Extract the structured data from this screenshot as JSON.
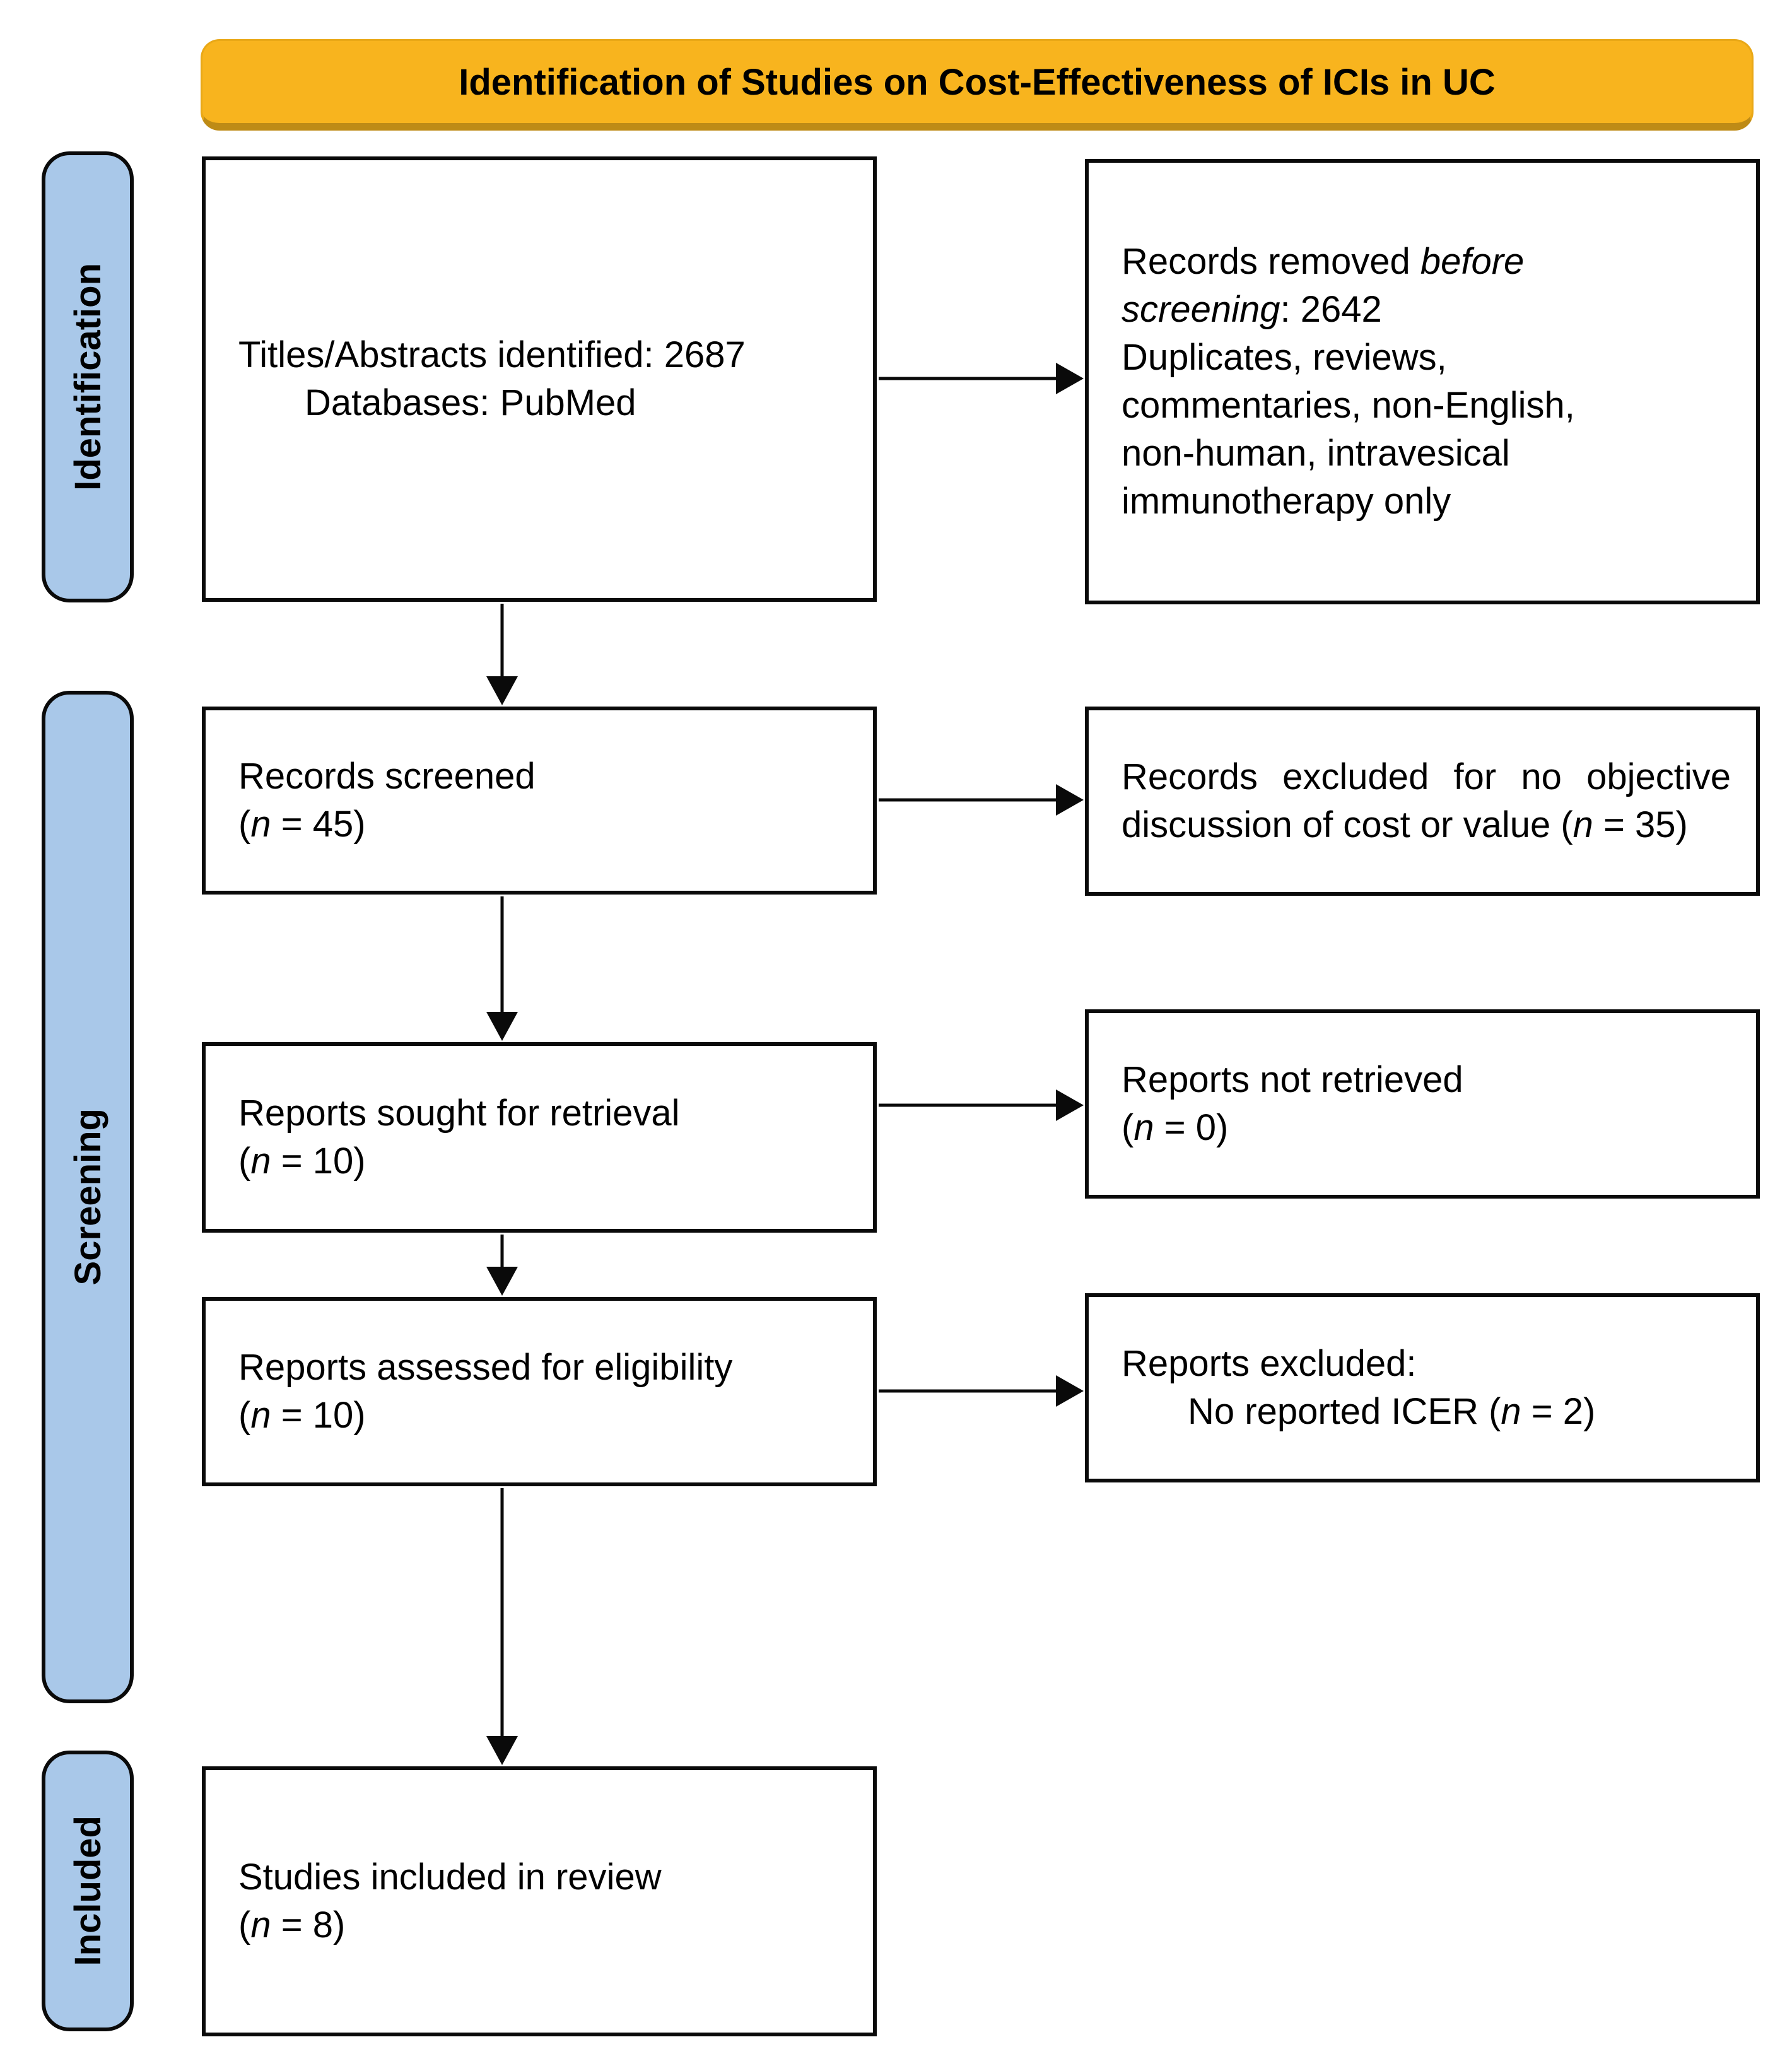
{
  "header": {
    "title": "Identification of Studies on Cost-Effectiveness of ICIs in UC"
  },
  "stages": {
    "identification": "Identification",
    "screening": "Screening",
    "included": "Included"
  },
  "boxes": {
    "identified": {
      "line1": "Titles/Abstracts identified: 2687",
      "line2": "Databases: PubMed"
    },
    "removed": {
      "lead": "Records removed ",
      "lead_italic": "before screening",
      "lead_tail": ": 2642",
      "reasons": "Duplicates, reviews, commentaries, non-English, non-human, intravesical immunotherapy only"
    },
    "screened": {
      "line1": "Records screened",
      "n_open": "(",
      "n_var": "n",
      "n_rest": " = 45)"
    },
    "excluded_screening": {
      "part1": "Records excluded for no objective discussion of cost or value (",
      "n_var": "n",
      "part2": " = 35)"
    },
    "sought": {
      "line1": "Reports sought for retrieval",
      "n_open": "(",
      "n_var": "n",
      "n_rest": " = 10)"
    },
    "not_retrieved": {
      "line1": "Reports not retrieved",
      "n_open": "(",
      "n_var": "n",
      "n_rest": " = 0)"
    },
    "assessed": {
      "line1": "Reports assessed for eligibility",
      "n_open": "(",
      "n_var": "n",
      "n_rest": " = 10)"
    },
    "excluded_eligibility": {
      "line1": "Reports excluded:",
      "line2_pre": "No reported ICER (",
      "n_var": "n",
      "line2_post": " = 2)"
    },
    "included_review": {
      "line1": "Studies included in review",
      "n_open": "(",
      "n_var": "n",
      "n_rest": " = 8)"
    }
  },
  "colors": {
    "title_bg": "#F8B41E",
    "title_border_bottom": "#BE8B16",
    "stage_bg": "#A9C8E9",
    "box_bg": "#FFFFFF",
    "line_color": "#0A0A0A"
  }
}
